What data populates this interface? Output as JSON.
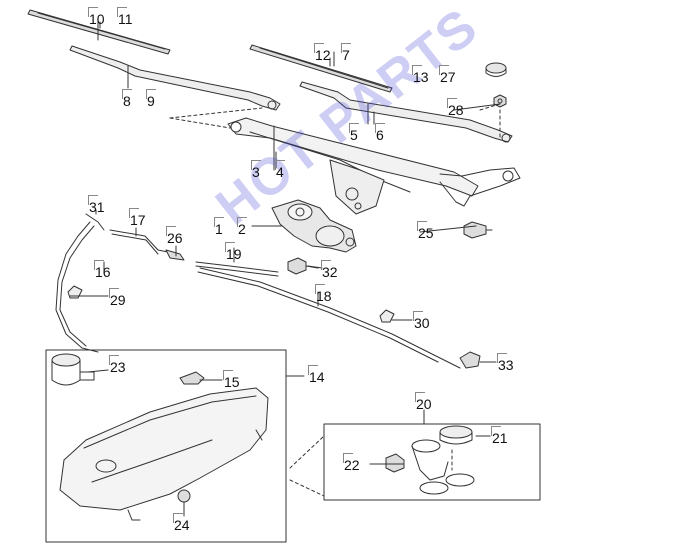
{
  "diagram": {
    "watermark": "HOT PARTS",
    "callouts": {
      "c10": "10",
      "c11": "11",
      "c8": "8",
      "c9": "9",
      "c12": "12",
      "c7": "7",
      "c13": "13",
      "c27": "27",
      "c28": "28",
      "c5": "5",
      "c6": "6",
      "c3": "3",
      "c4": "4",
      "c31": "31",
      "c17": "17",
      "c26": "26",
      "c1": "1",
      "c2": "2",
      "c25": "25",
      "c19": "19",
      "c16": "16",
      "c32": "32",
      "c18": "18",
      "c29": "29",
      "c30": "30",
      "c23": "23",
      "c15": "15",
      "c14": "14",
      "c33": "33",
      "c20": "20",
      "c21": "21",
      "c22": "22",
      "c24": "24"
    }
  }
}
